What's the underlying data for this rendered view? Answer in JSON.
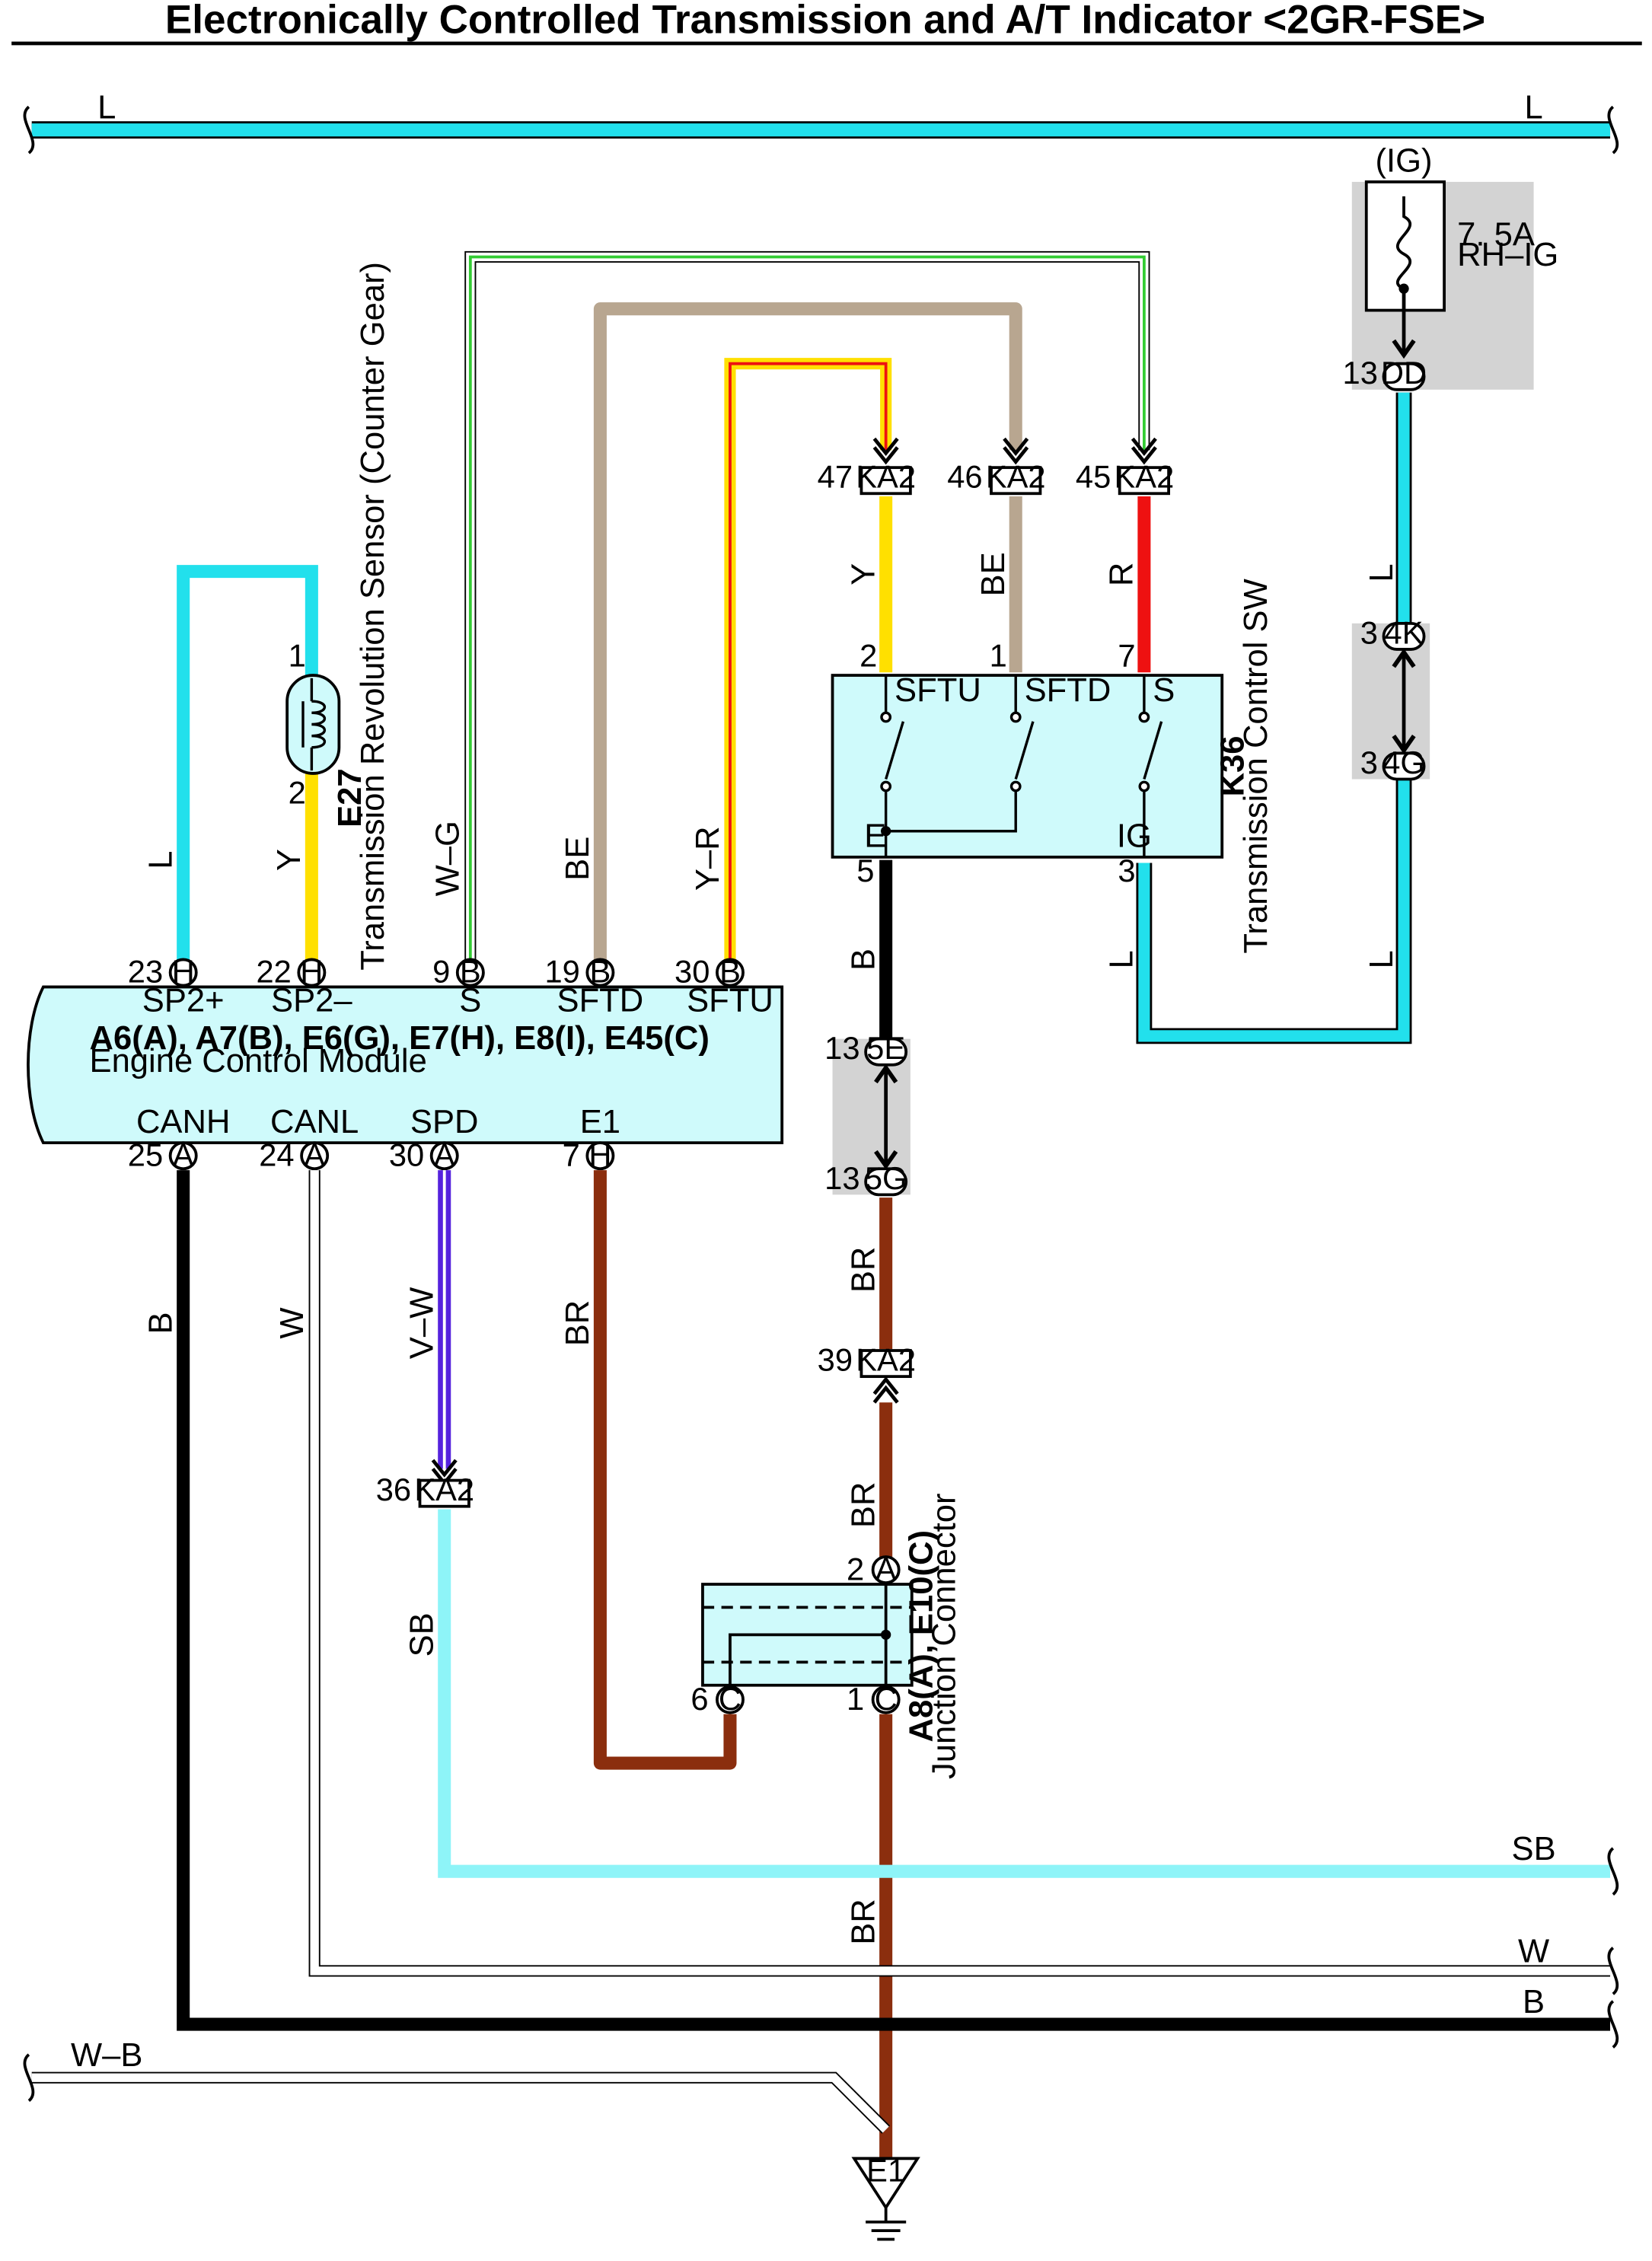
{
  "title": "Electronically Controlled Transmission and A/T Indicator <2GR-FSE>",
  "colors": {
    "L": "#22e0ec",
    "SB": "#8ef4f8",
    "Y": "#ffe000",
    "R": "#ee1111",
    "BE": "#b8a690",
    "B": "#000000",
    "BR": "#8b2e0e",
    "V": "#5522dd",
    "W": "#ffffff",
    "G": "#33cc33",
    "box_fill": "#cffafb",
    "shade": "#d3d3d3"
  },
  "wire_labels": {
    "top_left": "L",
    "top_right": "L",
    "e27_l": "L",
    "e27_y": "Y",
    "wg": "W–G",
    "be": "BE",
    "yr": "Y–R",
    "ka2_47_y": "Y",
    "ka2_46_be": "BE",
    "ka2_45_r": "R",
    "k36_b": "B",
    "k36_l": "L",
    "fuse_l_upper": "L",
    "fuse_l_lower": "L",
    "br_5g": "BR",
    "br_ka2": "BR",
    "br_bottom": "BR",
    "canh_b": "B",
    "canl_w": "W",
    "spd_vw": "V–W",
    "e1_br": "BR",
    "sb": "SB",
    "right_sb": "SB",
    "right_w": "W",
    "right_b": "B",
    "wb": "W–B"
  },
  "ecm": {
    "codes": "A6(A), A7(B), E6(G), E7(H), E8(I), E45(C)",
    "name": "Engine Control Module",
    "top_pins": [
      {
        "num": "23",
        "conn": "H",
        "label": "SP2+"
      },
      {
        "num": "22",
        "conn": "H",
        "label": "SP2–"
      },
      {
        "num": "9",
        "conn": "B",
        "label": "S"
      },
      {
        "num": "19",
        "conn": "B",
        "label": "SFTD"
      },
      {
        "num": "30",
        "conn": "B",
        "label": "SFTU"
      }
    ],
    "bottom_pins": [
      {
        "num": "25",
        "conn": "A",
        "label": "CANH"
      },
      {
        "num": "24",
        "conn": "A",
        "label": "CANL"
      },
      {
        "num": "30",
        "conn": "A",
        "label": "SPD"
      },
      {
        "num": "7",
        "conn": "H",
        "label": "E1"
      }
    ]
  },
  "e27": {
    "code": "E27",
    "name": "Transmission Revolution Sensor (Counter Gear)",
    "pin1": "1",
    "pin2": "2"
  },
  "k36": {
    "code": "K36",
    "name": "Transmission Control SW",
    "pins_top": [
      {
        "num": "2",
        "label": "SFTU"
      },
      {
        "num": "1",
        "label": "SFTD"
      },
      {
        "num": "7",
        "label": "S"
      }
    ],
    "pins_bottom": [
      {
        "num": "5",
        "label": "E"
      },
      {
        "num": "3",
        "label": "IG"
      }
    ]
  },
  "ka2_connectors": [
    {
      "num": "47",
      "code": "KA2"
    },
    {
      "num": "46",
      "code": "KA2"
    },
    {
      "num": "45",
      "code": "KA2"
    },
    {
      "num": "39",
      "code": "KA2"
    },
    {
      "num": "36",
      "code": "KA2"
    }
  ],
  "fuse": {
    "circuit": "(IG)",
    "rating": "7. 5A",
    "name": "RH–IG",
    "pin_num": "13",
    "pin_code": "DD"
  },
  "connectors_4k_4g": {
    "top_num": "3",
    "top_code": "4K",
    "bottom_num": "3",
    "bottom_code": "4G"
  },
  "connectors_5e_5g": {
    "top_num": "13",
    "top_code": "5E",
    "bottom_num": "13",
    "bottom_code": "5G"
  },
  "junction": {
    "code": "A8(A), E10(C)",
    "name": "Junction Connector",
    "pin_a_num": "2",
    "pin_a": "A",
    "pin_c6_num": "6",
    "pin_c6": "C",
    "pin_c1_num": "1",
    "pin_c1": "C"
  },
  "ground": {
    "label": "E1"
  }
}
